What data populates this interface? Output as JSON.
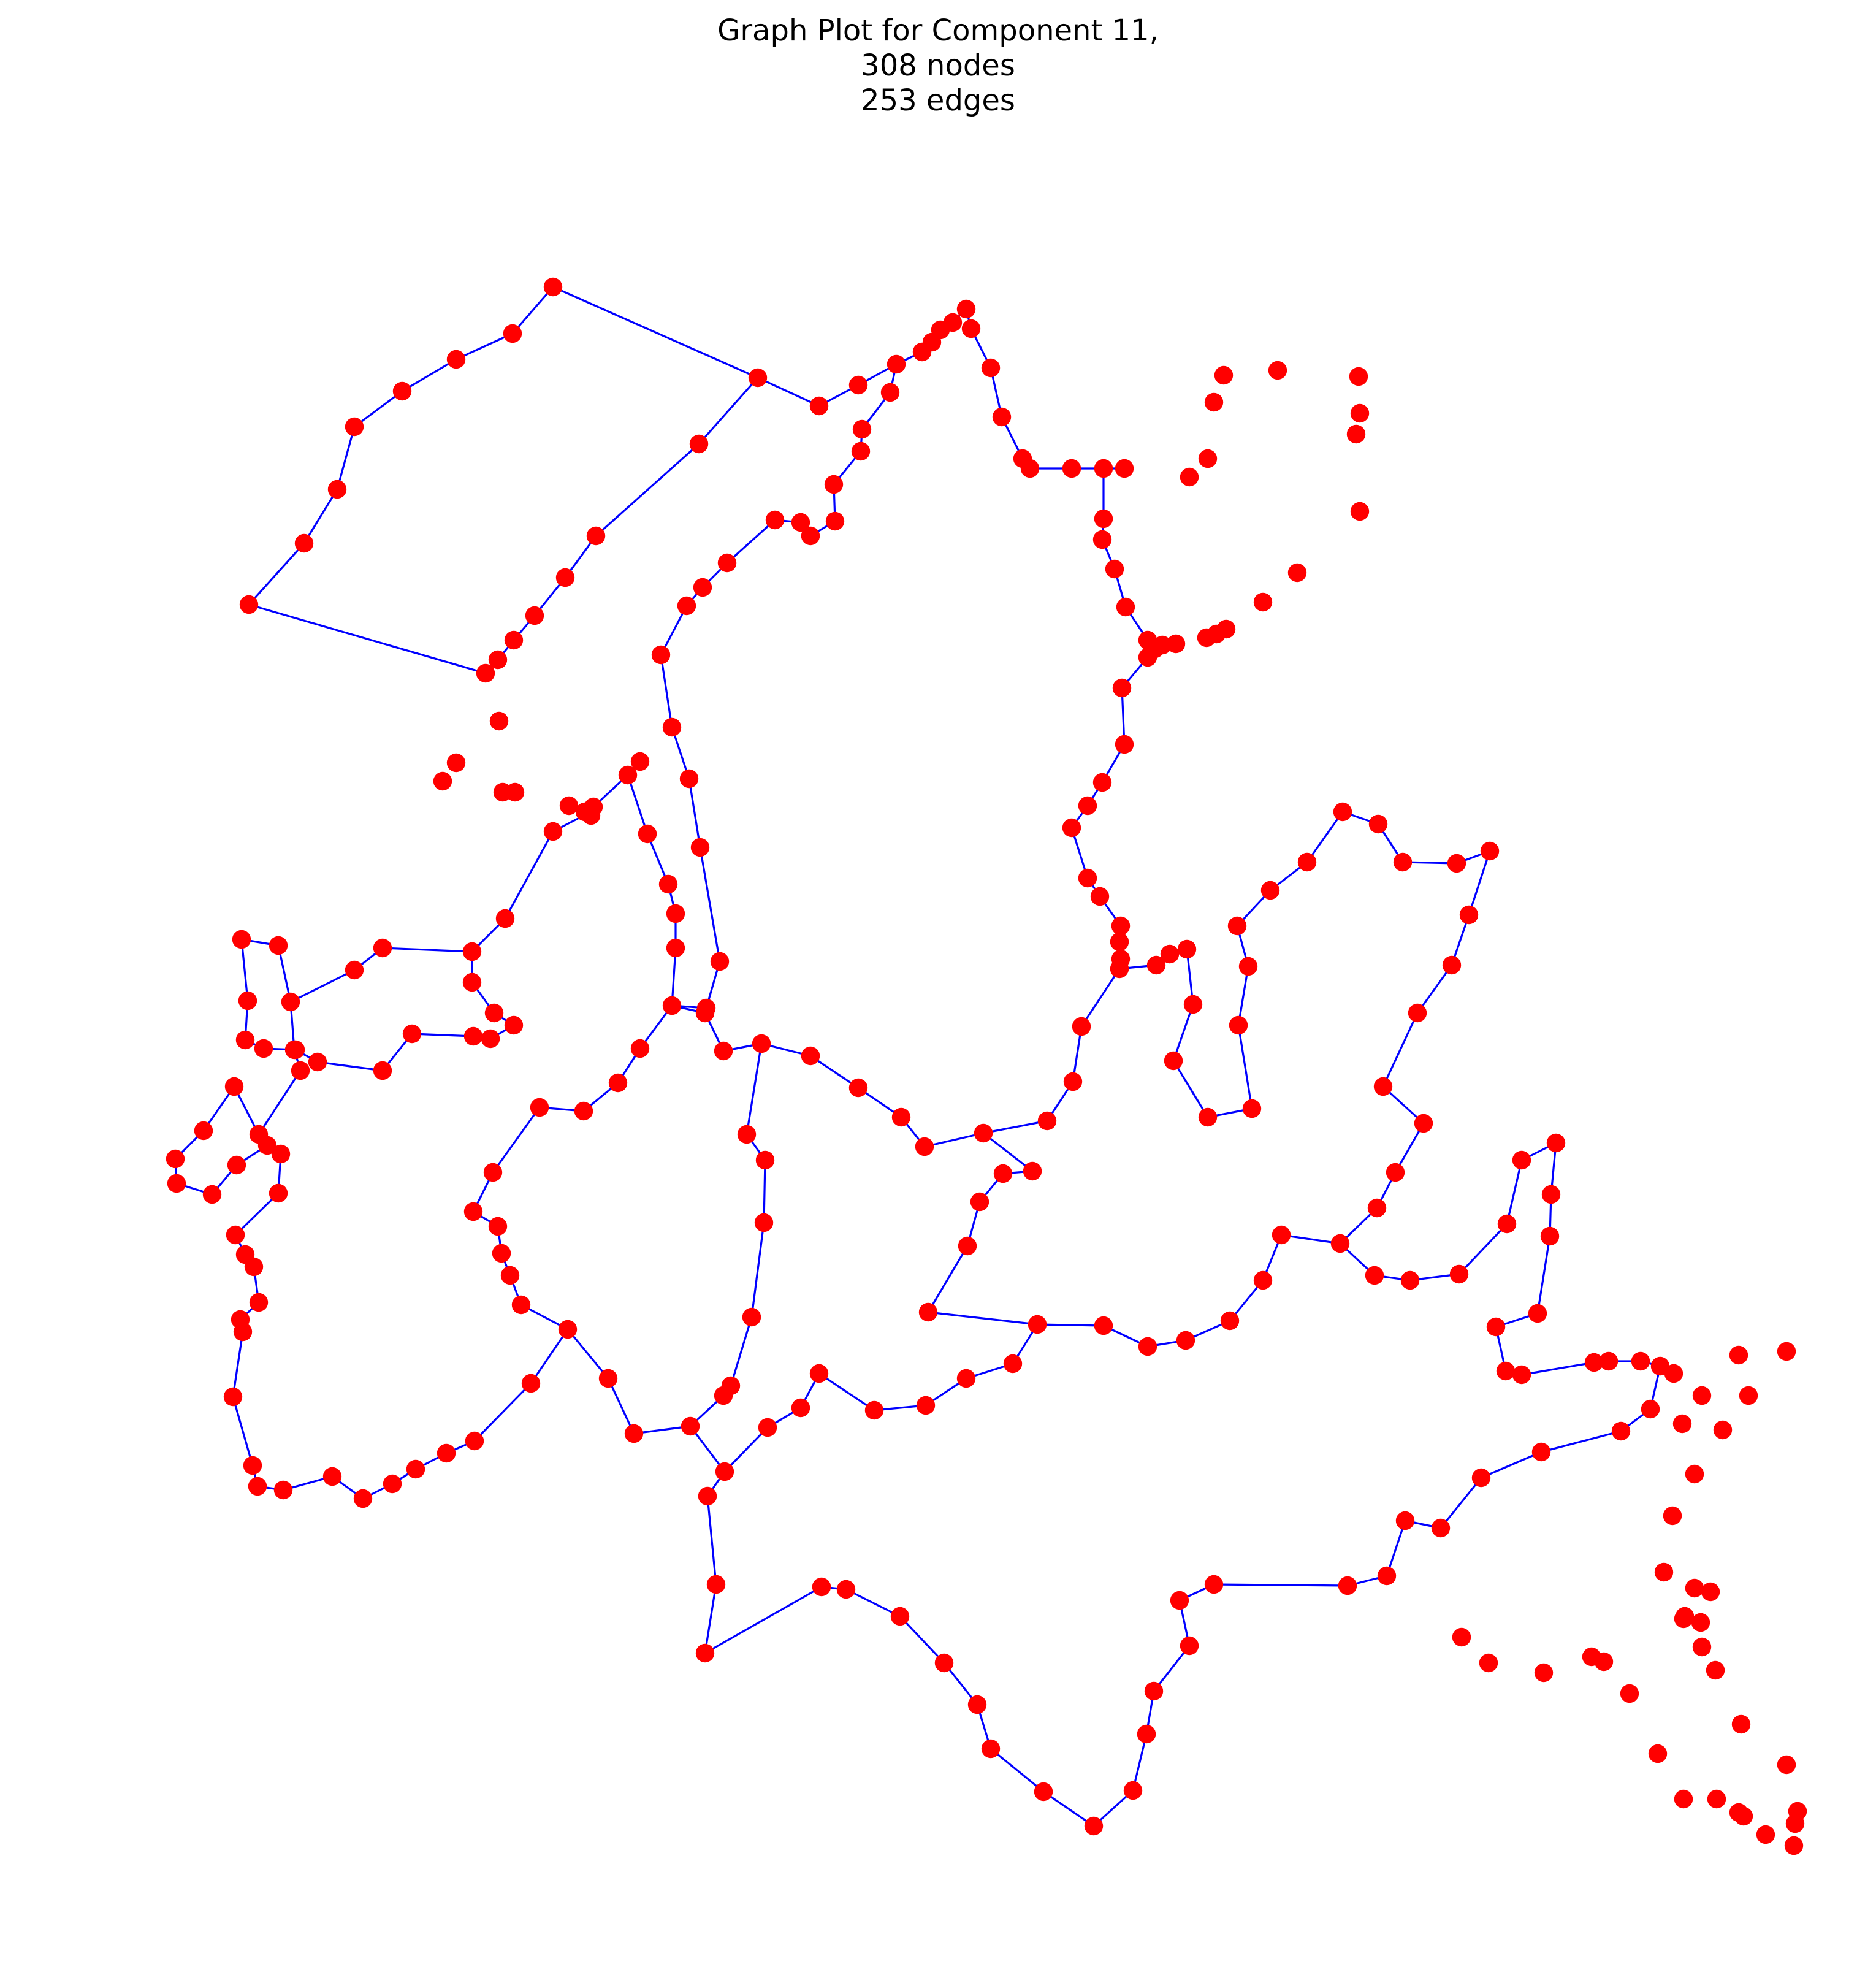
{
  "title": {
    "line1": "Graph Plot for Component 11,",
    "line2": "308 nodes",
    "line3": "253 edges"
  },
  "colors": {
    "edge": "#0000ff",
    "node": "#ff0000",
    "background": "#ffffff",
    "text": "#000000"
  },
  "graph": {
    "node_count": 308,
    "edge_count": 253,
    "nodes_drawn_shape": "filled circle",
    "edges_drawn_style": "straight line"
  }
}
